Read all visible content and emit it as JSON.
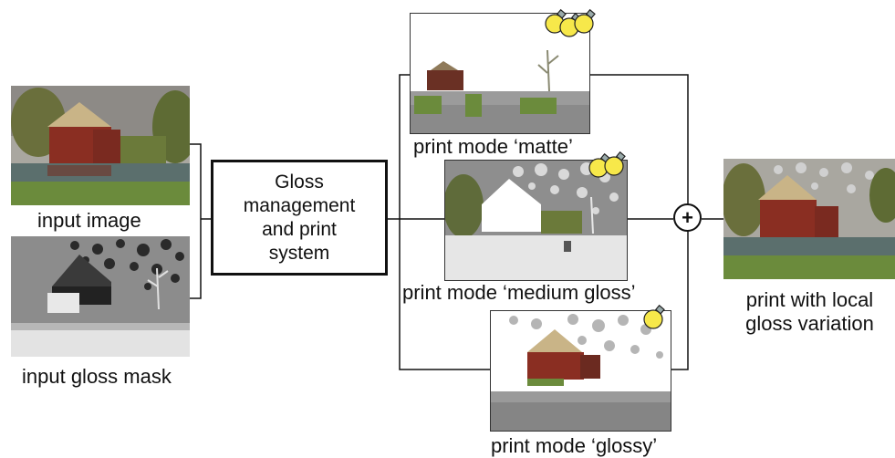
{
  "labels": {
    "input_image": "input image",
    "input_gloss_mask": "input gloss mask",
    "system_line1": "Gloss",
    "system_line2": "management",
    "system_line3": "and print",
    "system_line4": "system",
    "mode_matte": "print mode ‘matte’",
    "mode_medium": "print mode ‘medium gloss’",
    "mode_glossy": "print mode ‘glossy’",
    "output_line1": "print with local",
    "output_line2": "gloss variation",
    "plus_symbol": "+"
  },
  "bulbs": {
    "matte": 3,
    "medium_gloss": 2,
    "glossy": 1
  },
  "colors": {
    "line": "#111111",
    "bulb": "#f7e84a",
    "barn_red": "#8a2e22",
    "grass": "#5f8a3a",
    "mask_dark": "#2a2a2a",
    "mask_mid": "#8c8c8c",
    "gloss_dots": "#b5b5b5"
  }
}
